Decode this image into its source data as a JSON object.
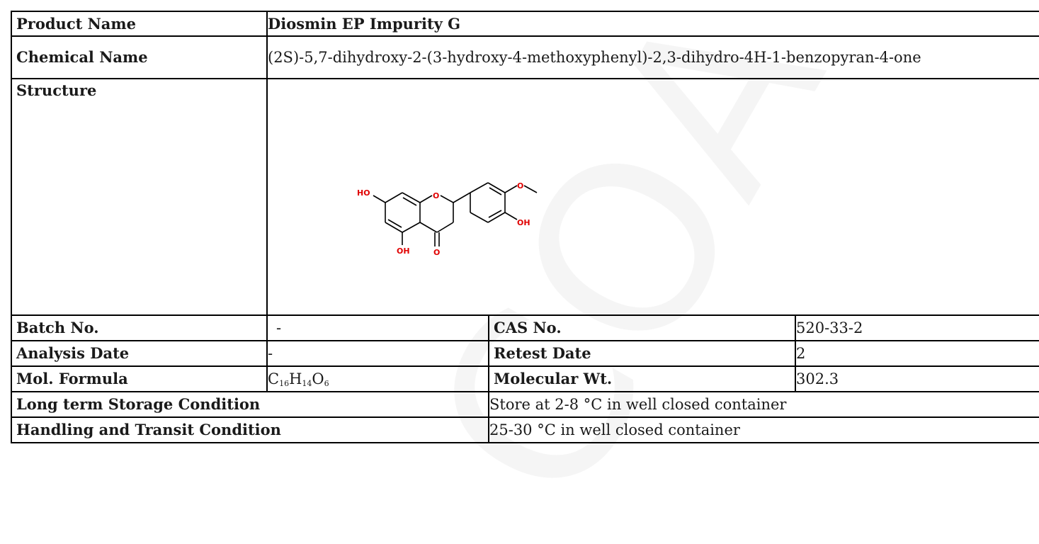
{
  "product": {
    "label": "Product Name",
    "value": "Diosmin EP Impurity G"
  },
  "chemical": {
    "label": "Chemical Name",
    "value": "(2S)-5,7-dihydroxy-2-(3-hydroxy-4-methoxyphenyl)-2,3-dihydro-4H-1-benzopyran-4-one"
  },
  "structure": {
    "label": "Structure",
    "atoms": {
      "ho_left": "HO",
      "ring_o": "O",
      "oh_bottom": "OH",
      "keto_o": "O",
      "oh_right": "OH",
      "methoxy_o": "O"
    }
  },
  "batch": {
    "label": "Batch No.",
    "value": "-"
  },
  "cas": {
    "label": "CAS No.",
    "value": "520-33-2"
  },
  "analysis": {
    "label": "Analysis Date",
    "value": "-"
  },
  "retest": {
    "label": "Retest Date",
    "value": "2"
  },
  "formula": {
    "label": "Mol. Formula",
    "c": "C",
    "c_n": "16",
    "h": "H",
    "h_n": "14",
    "o": "O",
    "o_n": "6"
  },
  "molwt": {
    "label": "Molecular Wt.",
    "value": "302.3"
  },
  "storage": {
    "label": "Long term Storage Condition",
    "value": "Store at 2-8 °C in well closed container"
  },
  "handling": {
    "label": "Handling and Transit Condition",
    "value": "25-30 °C in well closed container"
  },
  "watermark": {
    "text": "COA"
  }
}
